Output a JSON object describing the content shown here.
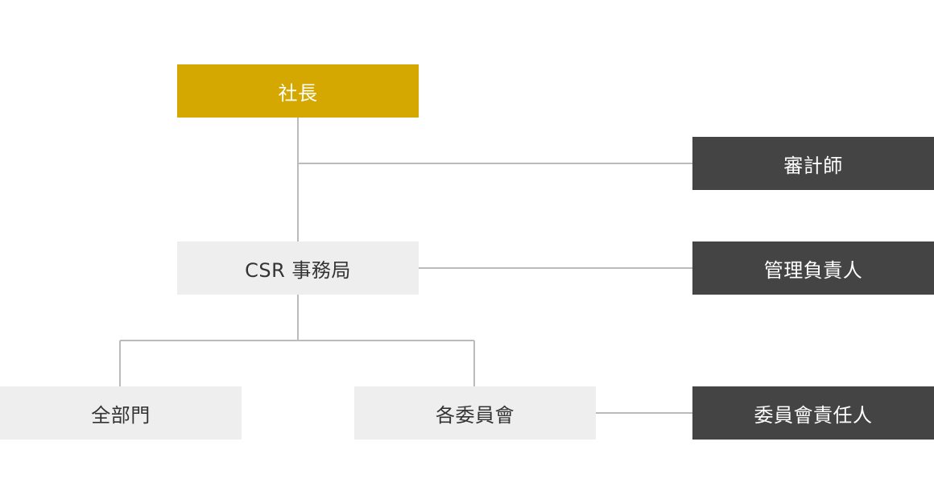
{
  "org_chart": {
    "president": "社長",
    "csr_office": "CSR 事務局",
    "all_departments": "全部門",
    "committees": "各委員會",
    "auditor": "審計師",
    "manager": "管理負責人",
    "committee_lead": "委員會責任人"
  },
  "colors": {
    "president_bg": "#d4a800",
    "light_node_bg": "#eeeeee",
    "dark_node_bg": "#444444",
    "connector": "#bbbbbb"
  }
}
